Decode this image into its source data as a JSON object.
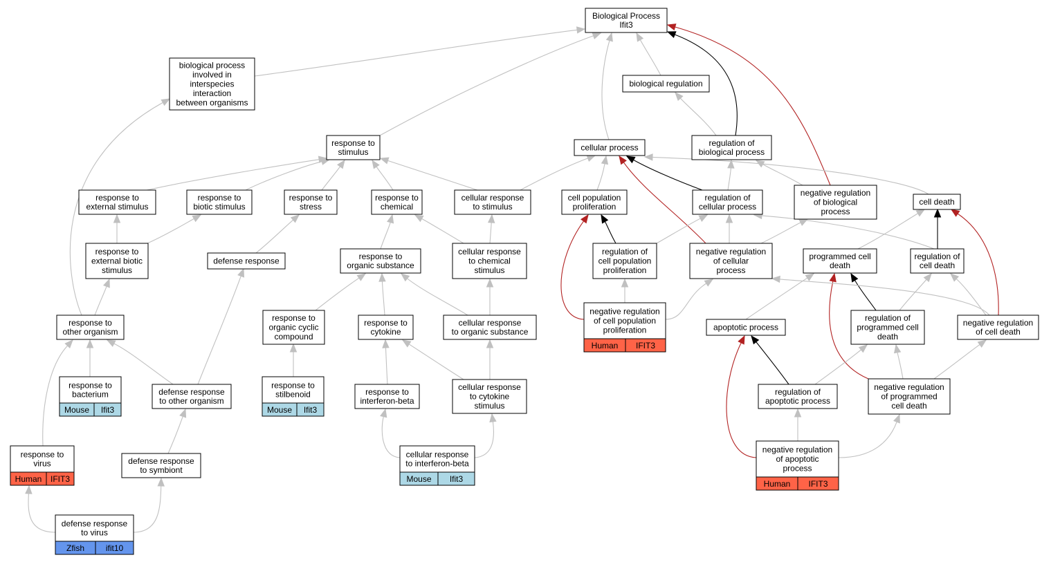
{
  "colors": {
    "gray_edge": "#c0c0c0",
    "black_edge": "#000000",
    "red_edge": "#b22222",
    "human": "#ff6347",
    "mouse": "#add8e6",
    "zfish": "#6495ed"
  },
  "nodes": [
    {
      "id": "bp",
      "lines": [
        "Biological Process",
        "Ifit3"
      ]
    },
    {
      "id": "interspecies",
      "lines": [
        "biological process",
        "involved in",
        "interspecies",
        "interaction",
        "between organisms"
      ]
    },
    {
      "id": "bioreg",
      "lines": [
        "biological regulation"
      ]
    },
    {
      "id": "resp_stim",
      "lines": [
        "response to",
        "stimulus"
      ]
    },
    {
      "id": "cellproc",
      "lines": [
        "cellular process"
      ]
    },
    {
      "id": "reg_bp",
      "lines": [
        "regulation of",
        "biological process"
      ]
    },
    {
      "id": "resp_ext",
      "lines": [
        "response to",
        "external stimulus"
      ]
    },
    {
      "id": "resp_biotic",
      "lines": [
        "response to",
        "biotic stimulus"
      ]
    },
    {
      "id": "resp_stress",
      "lines": [
        "response to",
        "stress"
      ]
    },
    {
      "id": "resp_chem",
      "lines": [
        "response to",
        "chemical"
      ]
    },
    {
      "id": "cell_resp_stim",
      "lines": [
        "cellular response",
        "to stimulus"
      ]
    },
    {
      "id": "cellpop",
      "lines": [
        "cell population",
        "proliferation"
      ]
    },
    {
      "id": "reg_cellproc",
      "lines": [
        "regulation of",
        "cellular process"
      ]
    },
    {
      "id": "negreg_bp",
      "lines": [
        "negative regulation",
        "of biological",
        "process"
      ]
    },
    {
      "id": "celldeath",
      "lines": [
        "cell death"
      ]
    },
    {
      "id": "resp_ext_biotic",
      "lines": [
        "response to",
        "external biotic",
        "stimulus"
      ]
    },
    {
      "id": "defresp",
      "lines": [
        "defense response"
      ]
    },
    {
      "id": "resp_org_sub",
      "lines": [
        "response to",
        "organic substance"
      ]
    },
    {
      "id": "cell_resp_chem",
      "lines": [
        "cellular response",
        "to chemical",
        "stimulus"
      ]
    },
    {
      "id": "reg_cellpop",
      "lines": [
        "regulation of",
        "cell population",
        "proliferation"
      ]
    },
    {
      "id": "negreg_cellproc",
      "lines": [
        "negative regulation",
        "of cellular",
        "process"
      ]
    },
    {
      "id": "pcd",
      "lines": [
        "programmed cell",
        "death"
      ]
    },
    {
      "id": "reg_celldeath",
      "lines": [
        "regulation of",
        "cell death"
      ]
    },
    {
      "id": "resp_other_org",
      "lines": [
        "response to",
        "other organism"
      ]
    },
    {
      "id": "resp_org_cyclic",
      "lines": [
        "response to",
        "organic cyclic",
        "compound"
      ]
    },
    {
      "id": "resp_cytokine",
      "lines": [
        "response to",
        "cytokine"
      ]
    },
    {
      "id": "cell_resp_org_sub",
      "lines": [
        "cellular response",
        "to organic substance"
      ]
    },
    {
      "id": "negreg_cellpop",
      "lines": [
        "negative regulation",
        "of cell population",
        "proliferation"
      ],
      "genes": [
        {
          "species": "Human",
          "gene": "IFIT3"
        }
      ]
    },
    {
      "id": "apoptotic",
      "lines": [
        "apoptotic process"
      ]
    },
    {
      "id": "reg_pcd",
      "lines": [
        "regulation of",
        "programmed cell",
        "death"
      ]
    },
    {
      "id": "negreg_celldeath",
      "lines": [
        "negative regulation",
        "of cell death"
      ]
    },
    {
      "id": "resp_bacterium",
      "lines": [
        "response to",
        "bacterium"
      ],
      "genes": [
        {
          "species": "Mouse",
          "gene": "Ifit3"
        }
      ]
    },
    {
      "id": "def_other_org",
      "lines": [
        "defense response",
        "to other organism"
      ]
    },
    {
      "id": "resp_stilbenoid",
      "lines": [
        "response to",
        "stilbenoid"
      ],
      "genes": [
        {
          "species": "Mouse",
          "gene": "Ifit3"
        }
      ]
    },
    {
      "id": "resp_ifnb",
      "lines": [
        "response to",
        "interferon-beta"
      ]
    },
    {
      "id": "cell_resp_cytokine",
      "lines": [
        "cellular response",
        "to cytokine",
        "stimulus"
      ]
    },
    {
      "id": "reg_apoptotic",
      "lines": [
        "regulation of",
        "apoptotic process"
      ]
    },
    {
      "id": "negreg_pcd",
      "lines": [
        "negative regulation",
        "of programmed",
        "cell death"
      ]
    },
    {
      "id": "resp_virus",
      "lines": [
        "response to",
        "virus"
      ],
      "genes": [
        {
          "species": "Human",
          "gene": "IFIT3"
        }
      ]
    },
    {
      "id": "def_symbiont",
      "lines": [
        "defense response",
        "to symbiont"
      ]
    },
    {
      "id": "cell_resp_ifnb",
      "lines": [
        "cellular response",
        "to interferon-beta"
      ],
      "genes": [
        {
          "species": "Mouse",
          "gene": "Ifit3"
        }
      ]
    },
    {
      "id": "negreg_apoptotic",
      "lines": [
        "negative regulation",
        "of apoptotic",
        "process"
      ],
      "genes": [
        {
          "species": "Human",
          "gene": "IFIT3"
        }
      ]
    },
    {
      "id": "def_virus",
      "lines": [
        "defense response",
        "to virus"
      ],
      "genes": [
        {
          "species": "Zfish",
          "gene": "ifit10"
        }
      ]
    }
  ],
  "edges": [
    {
      "from": "interspecies",
      "to": "bp",
      "kind": "gray"
    },
    {
      "from": "resp_stim",
      "to": "bp",
      "kind": "gray"
    },
    {
      "from": "cellproc",
      "to": "bp",
      "kind": "gray"
    },
    {
      "from": "bioreg",
      "to": "bp",
      "kind": "gray"
    },
    {
      "from": "reg_bp",
      "to": "bp",
      "kind": "black"
    },
    {
      "from": "negreg_bp",
      "to": "bp",
      "kind": "red"
    },
    {
      "from": "reg_bp",
      "to": "bioreg",
      "kind": "gray"
    },
    {
      "from": "resp_ext",
      "to": "resp_stim",
      "kind": "gray"
    },
    {
      "from": "resp_biotic",
      "to": "resp_stim",
      "kind": "gray"
    },
    {
      "from": "resp_stress",
      "to": "resp_stim",
      "kind": "gray"
    },
    {
      "from": "resp_chem",
      "to": "resp_stim",
      "kind": "gray"
    },
    {
      "from": "cell_resp_stim",
      "to": "resp_stim",
      "kind": "gray"
    },
    {
      "from": "cell_resp_stim",
      "to": "cellproc",
      "kind": "gray"
    },
    {
      "from": "cellpop",
      "to": "cellproc",
      "kind": "gray"
    },
    {
      "from": "reg_cellproc",
      "to": "cellproc",
      "kind": "black"
    },
    {
      "from": "negreg_cellproc",
      "to": "cellproc",
      "kind": "red"
    },
    {
      "from": "celldeath",
      "to": "cellproc",
      "kind": "gray"
    },
    {
      "from": "reg_cellproc",
      "to": "reg_bp",
      "kind": "gray"
    },
    {
      "from": "negreg_bp",
      "to": "reg_bp",
      "kind": "gray"
    },
    {
      "from": "resp_ext_biotic",
      "to": "resp_ext",
      "kind": "gray"
    },
    {
      "from": "resp_ext_biotic",
      "to": "resp_biotic",
      "kind": "gray"
    },
    {
      "from": "defresp",
      "to": "resp_stress",
      "kind": "gray"
    },
    {
      "from": "resp_org_sub",
      "to": "resp_chem",
      "kind": "gray"
    },
    {
      "from": "cell_resp_chem",
      "to": "resp_chem",
      "kind": "gray"
    },
    {
      "from": "cell_resp_chem",
      "to": "cell_resp_stim",
      "kind": "gray"
    },
    {
      "from": "reg_cellpop",
      "to": "cellpop",
      "kind": "black"
    },
    {
      "from": "negreg_cellpop",
      "to": "cellpop",
      "kind": "red"
    },
    {
      "from": "reg_cellpop",
      "to": "reg_cellproc",
      "kind": "gray"
    },
    {
      "from": "negreg_cellproc",
      "to": "reg_cellproc",
      "kind": "gray"
    },
    {
      "from": "reg_celldeath",
      "to": "reg_cellproc",
      "kind": "gray"
    },
    {
      "from": "negreg_cellproc",
      "to": "negreg_bp",
      "kind": "gray"
    },
    {
      "from": "pcd",
      "to": "celldeath",
      "kind": "gray"
    },
    {
      "from": "reg_celldeath",
      "to": "celldeath",
      "kind": "black"
    },
    {
      "from": "negreg_celldeath",
      "to": "celldeath",
      "kind": "red"
    },
    {
      "from": "resp_other_org",
      "to": "interspecies",
      "kind": "gray"
    },
    {
      "from": "resp_other_org",
      "to": "resp_ext_biotic",
      "kind": "gray"
    },
    {
      "from": "def_other_org",
      "to": "defresp",
      "kind": "gray"
    },
    {
      "from": "resp_org_cyclic",
      "to": "resp_org_sub",
      "kind": "gray"
    },
    {
      "from": "resp_cytokine",
      "to": "resp_org_sub",
      "kind": "gray"
    },
    {
      "from": "cell_resp_org_sub",
      "to": "resp_org_sub",
      "kind": "gray"
    },
    {
      "from": "cell_resp_org_sub",
      "to": "cell_resp_chem",
      "kind": "gray"
    },
    {
      "from": "negreg_cellpop",
      "to": "reg_cellpop",
      "kind": "gray"
    },
    {
      "from": "negreg_cellpop",
      "to": "negreg_cellproc",
      "kind": "gray"
    },
    {
      "from": "apoptotic",
      "to": "pcd",
      "kind": "gray"
    },
    {
      "from": "reg_pcd",
      "to": "pcd",
      "kind": "black"
    },
    {
      "from": "negreg_pcd",
      "to": "pcd",
      "kind": "red"
    },
    {
      "from": "reg_pcd",
      "to": "reg_celldeath",
      "kind": "gray"
    },
    {
      "from": "negreg_celldeath",
      "to": "reg_celldeath",
      "kind": "gray"
    },
    {
      "from": "negreg_celldeath",
      "to": "negreg_cellproc",
      "kind": "gray"
    },
    {
      "from": "resp_bacterium",
      "to": "resp_other_org",
      "kind": "gray"
    },
    {
      "from": "def_other_org",
      "to": "resp_other_org",
      "kind": "gray"
    },
    {
      "from": "resp_stilbenoid",
      "to": "resp_org_cyclic",
      "kind": "gray"
    },
    {
      "from": "resp_ifnb",
      "to": "resp_cytokine",
      "kind": "gray"
    },
    {
      "from": "cell_resp_cytokine",
      "to": "resp_cytokine",
      "kind": "gray"
    },
    {
      "from": "cell_resp_cytokine",
      "to": "cell_resp_org_sub",
      "kind": "gray"
    },
    {
      "from": "reg_apoptotic",
      "to": "apoptotic",
      "kind": "black"
    },
    {
      "from": "negreg_apoptotic",
      "to": "apoptotic",
      "kind": "red"
    },
    {
      "from": "reg_apoptotic",
      "to": "reg_pcd",
      "kind": "gray"
    },
    {
      "from": "negreg_pcd",
      "to": "reg_pcd",
      "kind": "gray"
    },
    {
      "from": "negreg_pcd",
      "to": "negreg_celldeath",
      "kind": "gray"
    },
    {
      "from": "negreg_apoptotic",
      "to": "reg_apoptotic",
      "kind": "gray"
    },
    {
      "from": "negreg_apoptotic",
      "to": "negreg_pcd",
      "kind": "gray"
    },
    {
      "from": "resp_virus",
      "to": "resp_other_org",
      "kind": "gray"
    },
    {
      "from": "def_symbiont",
      "to": "def_other_org",
      "kind": "gray"
    },
    {
      "from": "cell_resp_ifnb",
      "to": "resp_ifnb",
      "kind": "gray"
    },
    {
      "from": "cell_resp_ifnb",
      "to": "cell_resp_cytokine",
      "kind": "gray"
    },
    {
      "from": "def_virus",
      "to": "resp_virus",
      "kind": "gray"
    },
    {
      "from": "def_virus",
      "to": "def_symbiont",
      "kind": "gray"
    }
  ]
}
